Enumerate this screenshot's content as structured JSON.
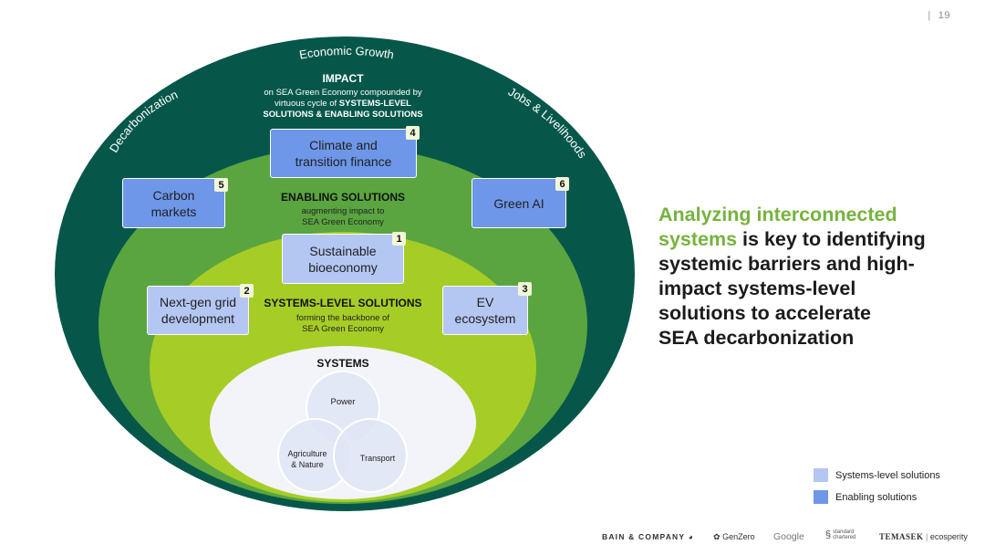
{
  "page_number": "19",
  "arcs": {
    "top": "Economic Growth",
    "left": "Decarbonization",
    "right": "Jobs & Livelihoods"
  },
  "impact": {
    "title": "IMPACT",
    "line1": "on SEA Green Economy compounded by",
    "line2_plain": "virtuous cycle of",
    "line2_bold": "SYSTEMS-LEVEL",
    "line3_bold": "SOLUTIONS & ENABLING SOLUTIONS"
  },
  "enabling": {
    "title": "ENABLING SOLUTIONS",
    "sub1": "augmenting impact to",
    "sub2": "SEA Green Economy"
  },
  "systems_level": {
    "title": "SYSTEMS-LEVEL SOLUTIONS",
    "sub1": "forming the backbone of",
    "sub2": "SEA Green Economy"
  },
  "systems": {
    "title": "SYSTEMS",
    "power": "Power",
    "agriculture_line1": "Agriculture",
    "agriculture_line2": "& Nature",
    "transport": "Transport"
  },
  "boxes": {
    "b1": {
      "number": "1",
      "line1": "Sustainable",
      "line2": "bioeconomy"
    },
    "b2": {
      "number": "2",
      "line1": "Next-gen grid",
      "line2": "development"
    },
    "b3": {
      "number": "3",
      "line1": "EV",
      "line2": "ecosystem"
    },
    "b4": {
      "number": "4",
      "line1": "Climate and",
      "line2": "transition finance"
    },
    "b5": {
      "number": "5",
      "line1": "Carbon",
      "line2": "markets"
    },
    "b6": {
      "number": "6",
      "line1": "Green AI"
    }
  },
  "headline": {
    "highlight1": "Analyzing interconnected",
    "highlight2": "systems",
    "rest1": " is key to identifying",
    "rest2": "systemic barriers and high-",
    "rest3": "impact systems-level",
    "rest4": "solutions to accelerate",
    "rest5": "SEA decarbonization"
  },
  "legend": {
    "systems_level": "Systems-level solutions",
    "enabling": "Enabling solutions"
  },
  "colors": {
    "outer": "#06574a",
    "middle": "#5aa540",
    "inner": "#a6cd25",
    "systems_bg": "#f2f4f9",
    "systems_level_box": "#b4c7f3",
    "enabling_box": "#6e97ea",
    "highlight_text": "#76b33d"
  },
  "logos": {
    "bain": "BAIN & COMPANY",
    "genzero": "GenZero",
    "google": "Google",
    "standard_chartered": "standard chartered",
    "temasek": "TEMASEK",
    "ecosperity": "ecosperity"
  }
}
